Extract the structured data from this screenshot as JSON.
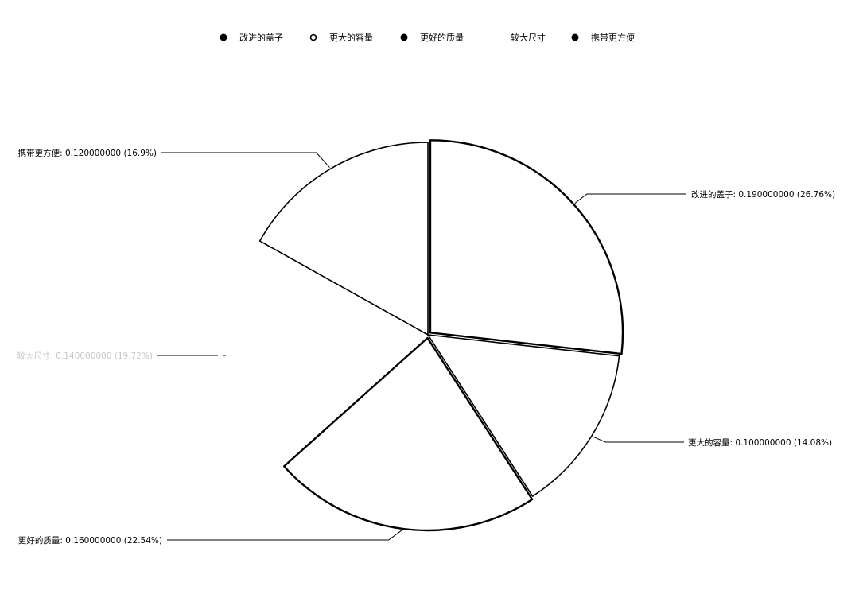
{
  "chart_data": {
    "type": "pie",
    "title": "",
    "legend_position": "top-center",
    "legend": [
      {
        "label": "改进的盖子",
        "marker": "filled"
      },
      {
        "label": "更大的容量",
        "marker": "hollow"
      },
      {
        "label": "更好的质量",
        "marker": "filled"
      },
      {
        "label": "较大尺寸",
        "marker": "none"
      },
      {
        "label": "携带更方便",
        "marker": "filled"
      }
    ],
    "slices": [
      {
        "name": "改进的盖子",
        "value": 0.19,
        "percent": "26.76%",
        "label": "改进的盖子: 0.190000000 (26.76%)",
        "exploded": true,
        "side": "right"
      },
      {
        "name": "更大的容量",
        "value": 0.1,
        "percent": "14.08%",
        "label": "更大的容量: 0.100000000 (14.08%)",
        "exploded": false,
        "side": "right"
      },
      {
        "name": "更好的质量",
        "value": 0.16,
        "percent": "22.54%",
        "label": "更好的质量: 0.160000000 (22.54%)",
        "exploded": true,
        "side": "left"
      },
      {
        "name": "较大尺寸",
        "value": 0.14,
        "percent": "19.72%",
        "label": "较大尺寸: 0.140000000 (19.72%)",
        "exploded": false,
        "hidden": true,
        "side": "left"
      },
      {
        "name": "携带更方便",
        "value": 0.12,
        "percent": "16.9%",
        "label": "携带更方便: 0.120000000 (16.9%)",
        "exploded": false,
        "side": "left"
      }
    ],
    "colors": {
      "slice_fill": "#ffffff",
      "stroke": "#000000",
      "faded_text": "#c8c8c8"
    }
  }
}
